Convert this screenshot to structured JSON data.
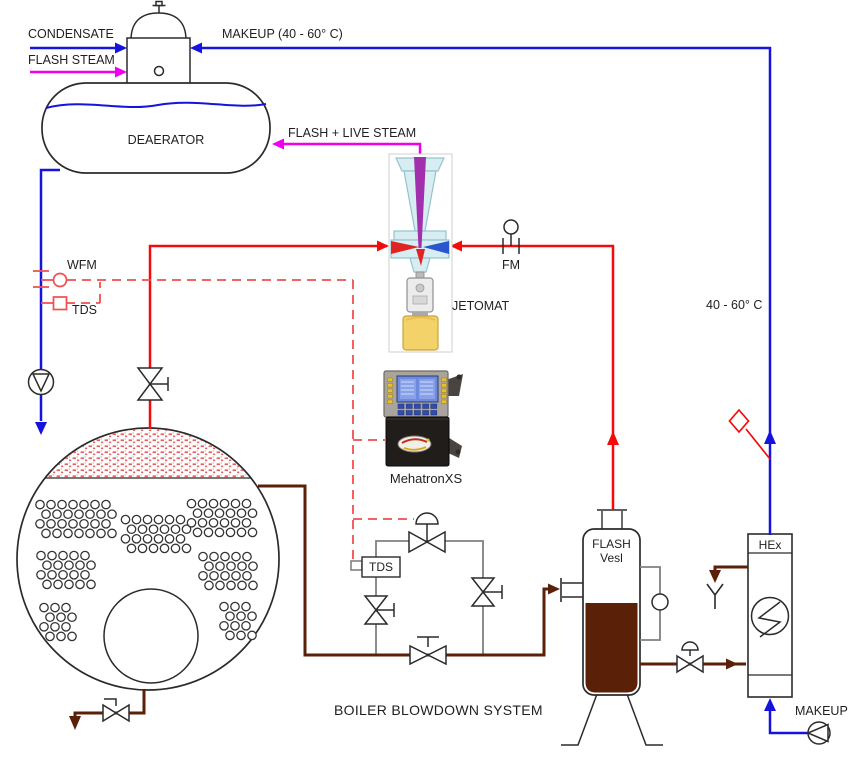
{
  "diagram": {
    "title": "BOILER BLOWDOWN SYSTEM",
    "labels": {
      "condensate": "CONDENSATE",
      "flash_steam": "FLASH STEAM",
      "makeup_top": "MAKEUP (40 - 60° C)",
      "deaerator": "DEAERATOR",
      "flash_live_steam": "FLASH + LIVE STEAM",
      "wfm": "WFM",
      "tds_sensor": "TDS",
      "fm": "FM",
      "jetomat": "JETOMAT",
      "temp_range_right": "40 - 60° C",
      "controller": "MehatronXS",
      "tds_box": "TDS",
      "flash_vessel_line1": "FLASH",
      "flash_vessel_line2": "Vesl",
      "heat_exchanger": "HEx",
      "makeup_bottom": "MAKEUP"
    },
    "colors": {
      "water": "#1414dd",
      "steam": "#f50a0a",
      "flash": "#ee00ee",
      "blow": "#5a2108",
      "signal": "#f04f4f",
      "gray": "#808080",
      "outline": "#2b2b2b"
    },
    "icons": [
      "deaerator-vessel",
      "boiler-vessel",
      "flash-vessel",
      "heat-exchanger-icon",
      "jetomat-ejector-icon",
      "controller-device-icon",
      "feedwater-pump-icon",
      "makeup-pump-icon",
      "flow-meter-icon",
      "wfm-sensor-icon",
      "tds-sensor-icon",
      "manual-valve-icon",
      "control-valve-icon",
      "y-strainer-icon",
      "temperature-probe-icon"
    ]
  }
}
